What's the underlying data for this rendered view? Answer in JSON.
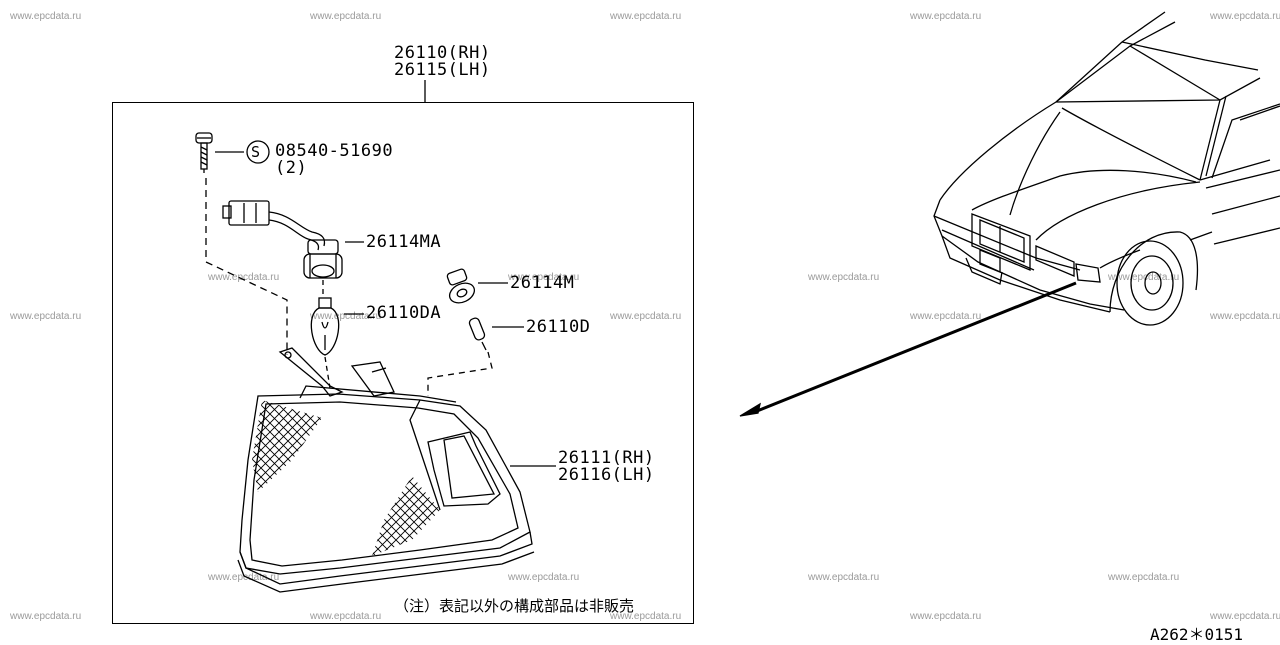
{
  "watermark": "www.epcdata.ru",
  "callouts": {
    "assembly_rh": "26110(RH)",
    "assembly_lh": "26115(LH)",
    "screw_symbol": "S",
    "screw_part": "08540-51690",
    "screw_qty": "(2)",
    "socket_ma": "26114MA",
    "bulb_da": "26110DA",
    "socket_m": "26114M",
    "bulb_d": "26110D",
    "lens_rh": "26111(RH)",
    "lens_lh": "26116(LH)"
  },
  "note": "（注）表記以外の構成部品は非販売",
  "diagram_code": "A262＊0151"
}
